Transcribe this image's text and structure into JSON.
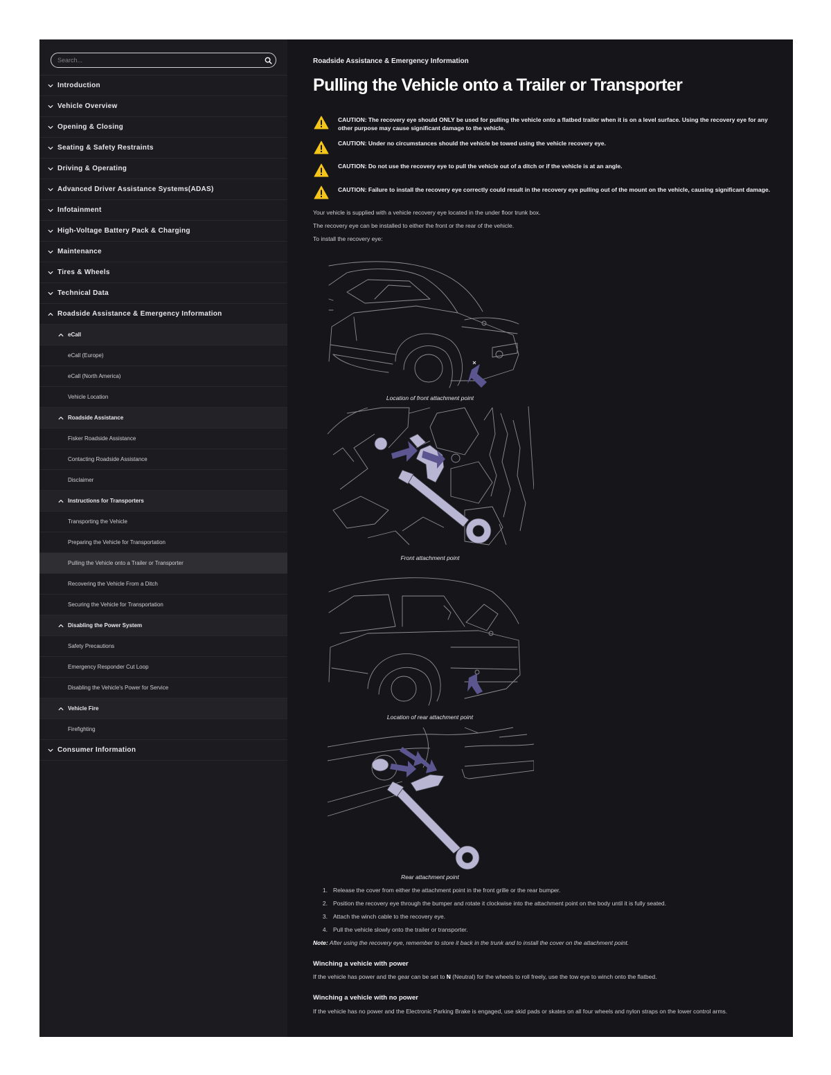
{
  "search": {
    "placeholder": "Search..."
  },
  "sidebar": {
    "items": [
      {
        "label": "Introduction",
        "level": "top",
        "state": "collapsed"
      },
      {
        "label": "Vehicle Overview",
        "level": "top",
        "state": "collapsed"
      },
      {
        "label": "Opening & Closing",
        "level": "top",
        "state": "collapsed"
      },
      {
        "label": "Seating & Safety Restraints",
        "level": "top",
        "state": "collapsed"
      },
      {
        "label": "Driving & Operating",
        "level": "top",
        "state": "collapsed"
      },
      {
        "label": "Advanced Driver Assistance Systems(ADAS)",
        "level": "top",
        "state": "collapsed"
      },
      {
        "label": "Infotainment",
        "level": "top",
        "state": "collapsed"
      },
      {
        "label": "High-Voltage Battery Pack & Charging",
        "level": "top",
        "state": "collapsed"
      },
      {
        "label": "Maintenance",
        "level": "top",
        "state": "collapsed"
      },
      {
        "label": "Tires & Wheels",
        "level": "top",
        "state": "collapsed"
      },
      {
        "label": "Technical Data",
        "level": "top",
        "state": "collapsed"
      },
      {
        "label": "Roadside Assistance & Emergency Information",
        "level": "top",
        "state": "expanded"
      },
      {
        "label": "eCall",
        "level": "sub",
        "state": "expanded"
      },
      {
        "label": "eCall (Europe)",
        "level": "leaf"
      },
      {
        "label": "eCall (North America)",
        "level": "leaf"
      },
      {
        "label": "Vehicle Location",
        "level": "leaf"
      },
      {
        "label": "Roadside Assistance",
        "level": "sub",
        "state": "expanded"
      },
      {
        "label": "Fisker Roadside Assistance",
        "level": "leaf"
      },
      {
        "label": "Contacting Roadside Assistance",
        "level": "leaf"
      },
      {
        "label": "Disclaimer",
        "level": "leaf"
      },
      {
        "label": "Instructions for Transporters",
        "level": "sub",
        "state": "expanded"
      },
      {
        "label": "Transporting the Vehicle",
        "level": "leaf"
      },
      {
        "label": "Preparing the Vehicle for Transportation",
        "level": "leaf"
      },
      {
        "label": "Pulling the Vehicle onto a Trailer or Transporter",
        "level": "leaf",
        "active": true
      },
      {
        "label": "Recovering the Vehicle From a Ditch",
        "level": "leaf"
      },
      {
        "label": "Securing the Vehicle for Transportation",
        "level": "leaf"
      },
      {
        "label": "Disabling the Power System",
        "level": "sub",
        "state": "expanded"
      },
      {
        "label": "Safety Precautions",
        "level": "leaf"
      },
      {
        "label": "Emergency Responder Cut Loop",
        "level": "leaf"
      },
      {
        "label": "Disabling the Vehicle's Power for Service",
        "level": "leaf"
      },
      {
        "label": "Vehicle Fire",
        "level": "sub",
        "state": "expanded"
      },
      {
        "label": "Firefighting",
        "level": "leaf"
      },
      {
        "label": "Consumer Information",
        "level": "top",
        "state": "collapsed"
      }
    ]
  },
  "main": {
    "breadcrumb": "Roadside Assistance & Emergency Information",
    "title": "Pulling the Vehicle onto a Trailer or Transporter",
    "cautions": [
      "CAUTION: The recovery eye should ONLY be used for pulling the vehicle onto a flatbed trailer when it is on a level surface. Using the recovery eye for any other purpose may cause significant damage to the vehicle.",
      "CAUTION: Under no circumstances should the vehicle be towed using the vehicle recovery eye.",
      "CAUTION: Do not use the recovery eye to pull the vehicle out of a ditch or if the vehicle is at an angle.",
      "CAUTION: Failure to install the recovery eye correctly could result in the recovery eye pulling out of the mount on the vehicle, causing significant damage."
    ],
    "intro": [
      "Your vehicle is supplied with a vehicle recovery eye located in the under floor trunk box.",
      "The recovery eye can be installed to either the front or the rear of the vehicle.",
      "To install the recovery eye:"
    ],
    "figures": [
      {
        "caption": "Location of front attachment point"
      },
      {
        "caption": "Front attachment point"
      },
      {
        "caption": "Location of rear attachment point"
      },
      {
        "caption": "Rear attachment point"
      }
    ],
    "steps": [
      {
        "num": "1.",
        "text": "Release the cover from either the attachment point in the front grille or the rear bumper."
      },
      {
        "num": "2.",
        "text": "Position the recovery eye through the bumper and rotate it clockwise into the attachment point on the body until it is fully seated."
      },
      {
        "num": "3.",
        "text": "Attach the winch cable to the recovery eye."
      },
      {
        "num": "4.",
        "text": "Pull the vehicle slowly onto the trailer or transporter."
      }
    ],
    "note": {
      "label": "Note:",
      "text": "After using the recovery eye, remember to store it back in the trunk and to install the cover on the attachment point."
    },
    "sections": [
      {
        "heading": "Winching a vehicle with power",
        "text_before": "If the vehicle has power and the gear can be set to ",
        "bold": "N",
        "text_after": " (Neutral) for the wheels to roll freely, use the tow eye to winch onto the flatbed."
      },
      {
        "heading": "Winching a vehicle with no power",
        "text": "If the vehicle has no power and the Electronic Parking Brake is engaged, use skid pads or skates on all four wheels and nylon straps on the lower control arms."
      }
    ]
  },
  "colors": {
    "sidebar_bg": "#1c1c20",
    "main_bg": "#16161a",
    "warning_yellow": "#f5c518",
    "arrow_purple": "#5b5690",
    "tool_lavender": "#b9b6d4"
  }
}
